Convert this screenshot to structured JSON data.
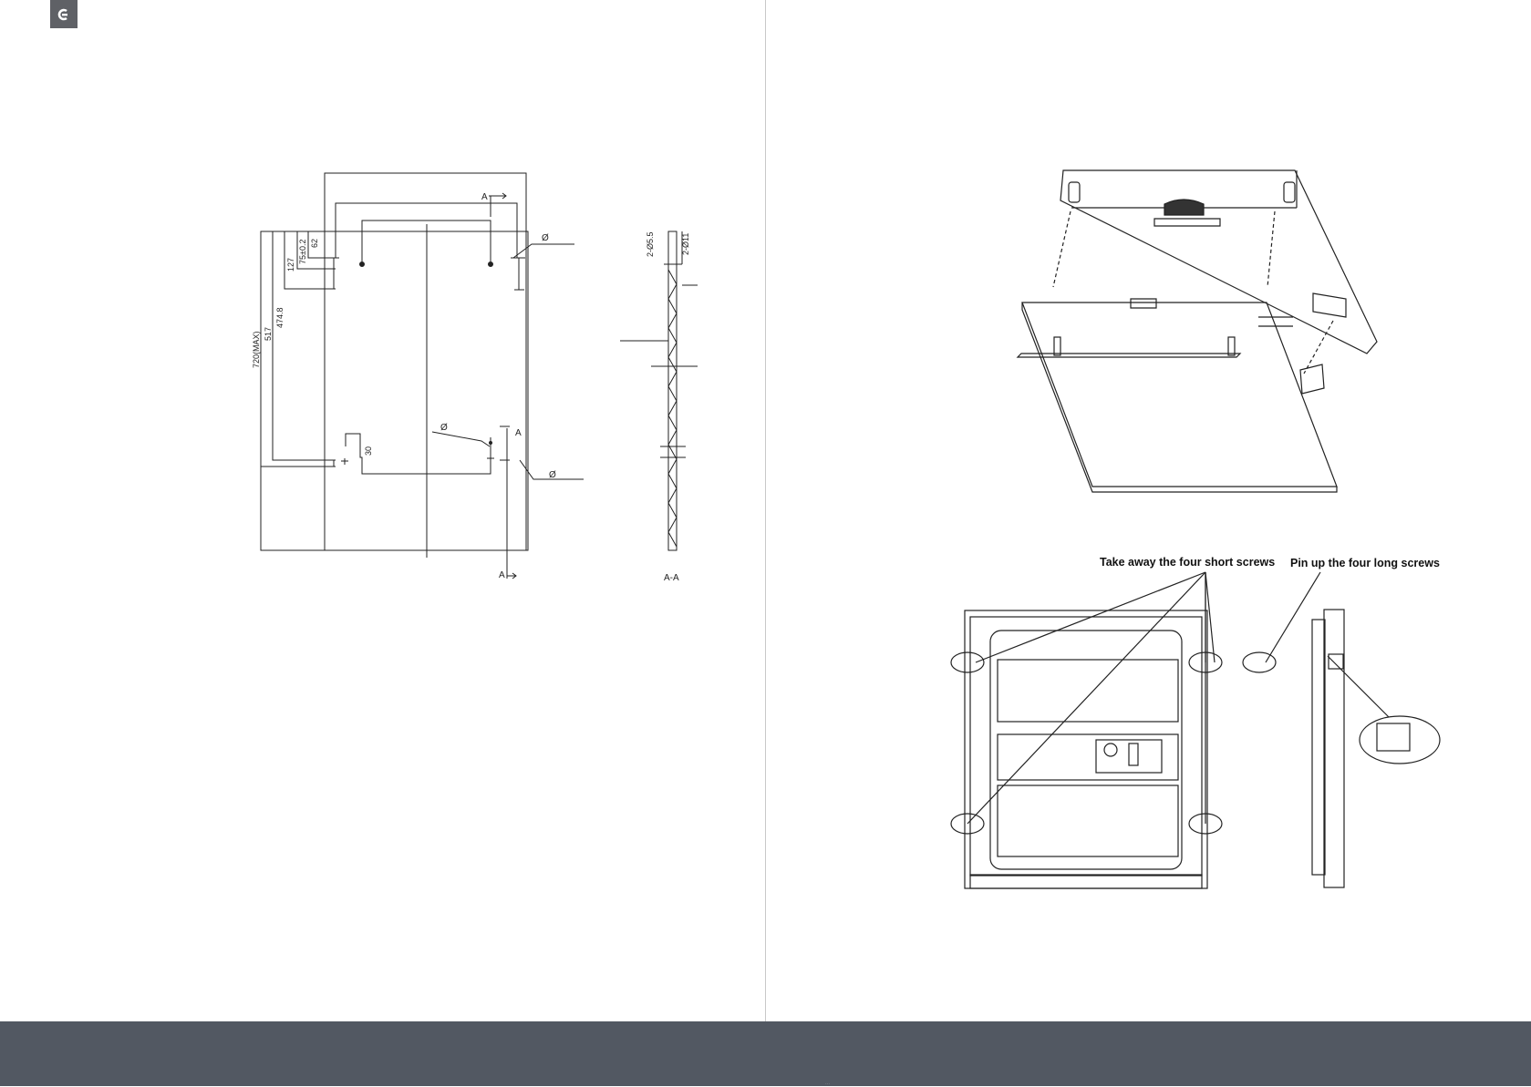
{
  "logo": {
    "icon": "brand-logo-icon"
  },
  "drawing_left": {
    "dims": {
      "d_720max": "720(MAX)",
      "d_517": "517",
      "d_474_8": "474.8",
      "d_127": "127",
      "d_75": "75±0.2",
      "d_62": "62",
      "d_30": "30",
      "phi": "Ø",
      "section_a": "A"
    },
    "section": {
      "d_2_55": "2-Ø5.5",
      "d_2_11": "2-Ø11",
      "title": "A-A"
    }
  },
  "drawing_right": {
    "label_short_screws": "Take away the four short screws",
    "label_long_screws": "Pin up  the four long screws"
  },
  "footer": {
    "page_number": "···"
  },
  "colors": {
    "footer": "#525862",
    "logo_bg": "#5f6166",
    "divider": "#c8c8c8"
  }
}
